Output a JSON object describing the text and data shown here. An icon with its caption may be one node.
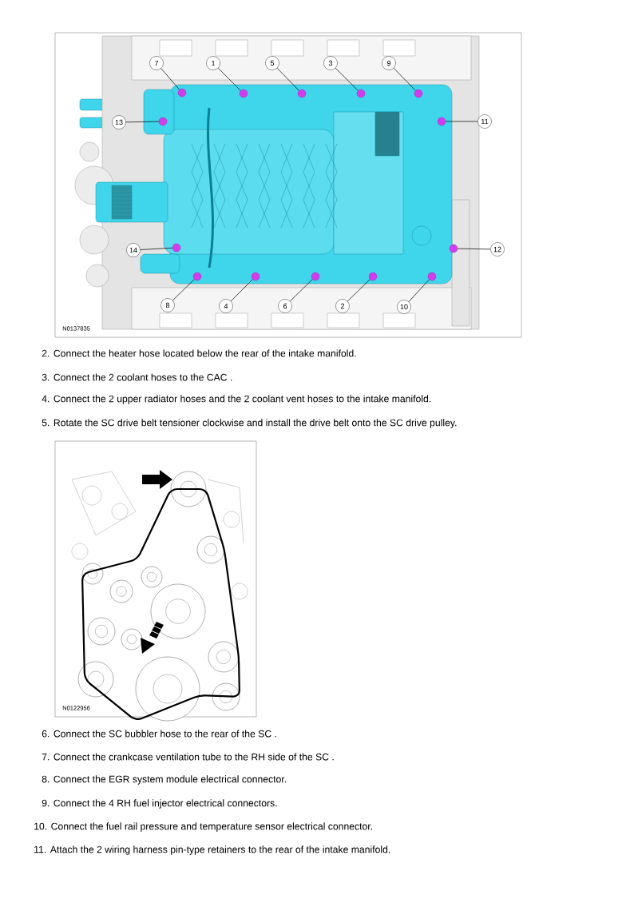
{
  "diagram": {
    "nodes": [
      {
        "text": [
          "7"
        ]
      },
      {
        "text": [
          "1"
        ]
      },
      {
        "text": [
          "5"
        ]
      },
      {
        "text": [
          "3"
        ]
      },
      {
        "text": [
          "9"
        ]
      },
      {
        "text": [
          "13"
        ]
      },
      {
        "text": [
          "11"
        ]
      },
      {
        "text": [
          "14"
        ]
      },
      {
        "text": [
          "12"
        ]
      },
      {
        "text": [
          "8"
        ]
      },
      {
        "text": [
          "4"
        ]
      },
      {
        "text": [
          "6"
        ]
      },
      {
        "text": [
          "2"
        ]
      },
      {
        "text": [
          "10"
        ]
      },
      {
        "text": [],
        "shape": "circle"
      },
      {
        "text": [],
        "shape": "circle"
      },
      {
        "text": [],
        "shape": "circle"
      },
      {
        "text": [],
        "shape": "circle"
      },
      {
        "text": [],
        "shape": "circle"
      },
      {
        "text": [],
        "shape": "circle"
      },
      {
        "text": [],
        "shape": "circle"
      },
      {
        "text": [],
        "shape": "circle"
      },
      {
        "text": [],
        "shape": "circle"
      },
      {
        "text": [],
        "shape": "circle"
      },
      {
        "text": [],
        "shape": "circle"
      },
      {
        "text": [],
        "shape": "circle"
      },
      {
        "text": [],
        "shape": "circle"
      },
      {
        "text": [],
        "shape": "circle"
      }
    ],
    "edges": [
      {
        "from": 0,
        "to": 14,
        "arrow": "none"
      },
      {
        "from": 1,
        "to": 15,
        "arrow": "none"
      },
      {
        "from": 2,
        "to": 16,
        "arrow": "none"
      },
      {
        "from": 3,
        "to": 17,
        "arrow": "none"
      },
      {
        "from": 4,
        "to": 18,
        "arrow": "none"
      },
      {
        "from": 5,
        "to": 19,
        "arrow": "none"
      },
      {
        "from": 6,
        "to": 20,
        "arrow": "none"
      },
      {
        "from": 7,
        "to": 21,
        "arrow": "none"
      },
      {
        "from": 8,
        "to": 22,
        "arrow": "none"
      },
      {
        "from": 9,
        "to": 23,
        "arrow": "none"
      },
      {
        "from": 10,
        "to": 24,
        "arrow": "none"
      },
      {
        "from": 11,
        "to": 25,
        "arrow": "none"
      },
      {
        "from": 12,
        "to": 26,
        "arrow": "none"
      },
      {
        "from": 13,
        "to": 27,
        "arrow": "none"
      }
    ],
    "labels": [
      "N0137835",
      "2. Connect the heater hose located below the rear of the intake manifold.",
      "3. Connect the 2 coolant hoses to the CAC .",
      "4. Connect the 2 upper radiator hoses and the 2 coolant vent hoses to the intake manifold.",
      "5. Rotate the SC drive belt tensioner clockwise and install the drive belt onto the SC drive pulley.",
      "N0122956",
      "6. Connect the SC bubbler hose to the rear of the SC .",
      "7. Connect the crankcase ventilation tube to the RH side of the SC .",
      "8. Connect the EGR system module electrical connector.",
      "9. Connect the 4 RH fuel injector electrical connectors.",
      "10. Connect the fuel rail pressure and temperature sensor electrical connector.",
      "11. Attach the 2 wiring harness pin-type retainers to the rear of the intake manifold."
    ]
  }
}
